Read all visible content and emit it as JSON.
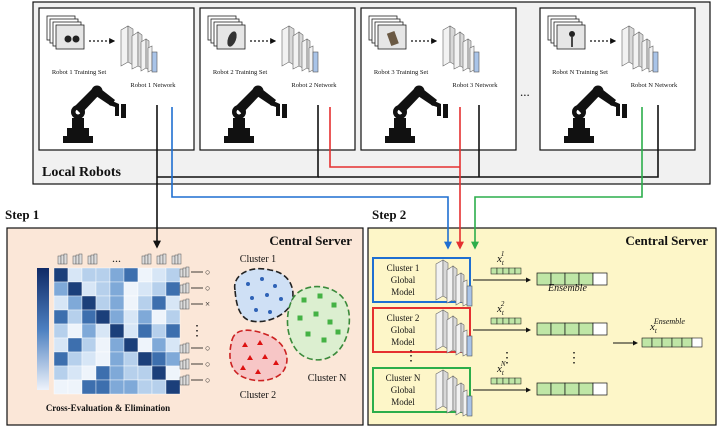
{
  "local_robots": {
    "label": "Local Robots",
    "robots": [
      {
        "training_set": "Robot 1 Training  Set",
        "network": "Robot 1 Network",
        "object": "goggles",
        "uplink_color": "#1f6fd1"
      },
      {
        "training_set": "Robot 2 Training  Set",
        "network": "Robot 2 Network",
        "object": "stone",
        "uplink_color": "#e53030"
      },
      {
        "training_set": "Robot 3 Training  Set",
        "network": "Robot 3 Network",
        "object": "bag",
        "uplink_color": "#e53030"
      },
      {
        "training_set": "Robot N Training  Set",
        "network": "Robot N Network",
        "object": "spoon",
        "uplink_color": "#2cae4b"
      }
    ],
    "ellipsis": "..."
  },
  "step1": {
    "label": "Step 1",
    "server_title": "Central Server",
    "caption": "Cross-Evaluation  & Elimination",
    "clusters": [
      "Cluster 1",
      "Cluster 2",
      "Cluster N"
    ],
    "ellipsis": "...",
    "vertical_ellipsis": "⋮",
    "row_marks": [
      "○",
      "○",
      "×",
      "○",
      "○",
      "○",
      "○"
    ],
    "colors": {
      "panel": "#fbe7d8",
      "cluster1": "#cfe0f5",
      "cluster2": "#f7c6c6",
      "clusterN": "#dcefd0"
    }
  },
  "step2": {
    "label": "Step 2",
    "server_title": "Central Server",
    "models": [
      {
        "line1": "Cluster 1",
        "line2": "Global",
        "line3": "Model",
        "color": "#1f6fd1"
      },
      {
        "line1": "Cluster 2",
        "line2": "Global",
        "line3": "Model",
        "color": "#e53030"
      },
      {
        "line1": "Cluster N",
        "line2": "Global",
        "line3": "Model",
        "color": "#2cae4b"
      }
    ],
    "vector_labels": [
      {
        "base": "x",
        "sub": "t",
        "sup": "1"
      },
      {
        "base": "x",
        "sub": "t",
        "sup": "2"
      },
      {
        "base": "x",
        "sub": "t",
        "sup": "N"
      }
    ],
    "ensemble_label": "Ensemble",
    "output_label": {
      "base": "x",
      "sub": "t",
      "sup": "Ensemble"
    },
    "vertical_ellipsis": "⋮",
    "colors": {
      "panel": "#fdf6c8",
      "vector": "#bfe6a6"
    }
  }
}
